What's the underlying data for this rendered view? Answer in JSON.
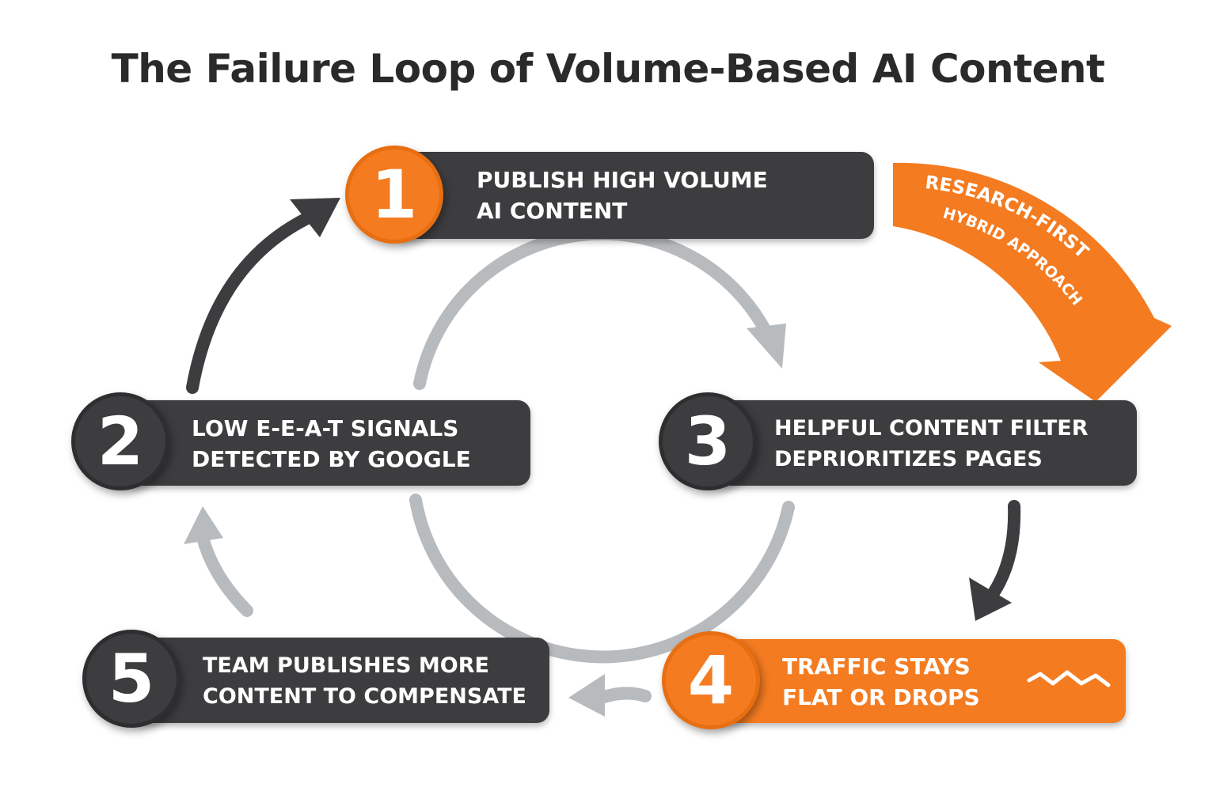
{
  "title": "The Failure Loop of Volume-Based AI Content",
  "steps": [
    {
      "number": "1",
      "line1": "PUBLISH HIGH VOLUME",
      "line2": "AI CONTENT",
      "color": "#f47b20"
    },
    {
      "number": "2",
      "line1": "LOW E-E-A-T SIGNALS",
      "line2": "DETECTED BY GOOGLE",
      "color": "#3d3d3f"
    },
    {
      "number": "3",
      "line1": "HELPFUL CONTENT FILTER",
      "line2": "DEPRIORITIZES PAGES",
      "color": "#3d3d3f"
    },
    {
      "number": "4",
      "line1": "TRAFFIC STAYS",
      "line2": "FLAT OR DROPS",
      "color": "#f47b20",
      "icon": "zigzag-trend-icon"
    },
    {
      "number": "5",
      "line1": "TEAM PUBLISHES MORE",
      "line2": "CONTENT TO COMPENSATE",
      "color": "#3d3d3f"
    }
  ],
  "side_arrow": {
    "line1": "RESEARCH-FIRST",
    "line2": "HYBRID APPROACH",
    "color": "#f47b20"
  },
  "colors": {
    "dark": "#3d3d3f",
    "orange": "#f47b20",
    "gray_arrow": "#b8bbbe",
    "title": "#2a2a2a"
  }
}
